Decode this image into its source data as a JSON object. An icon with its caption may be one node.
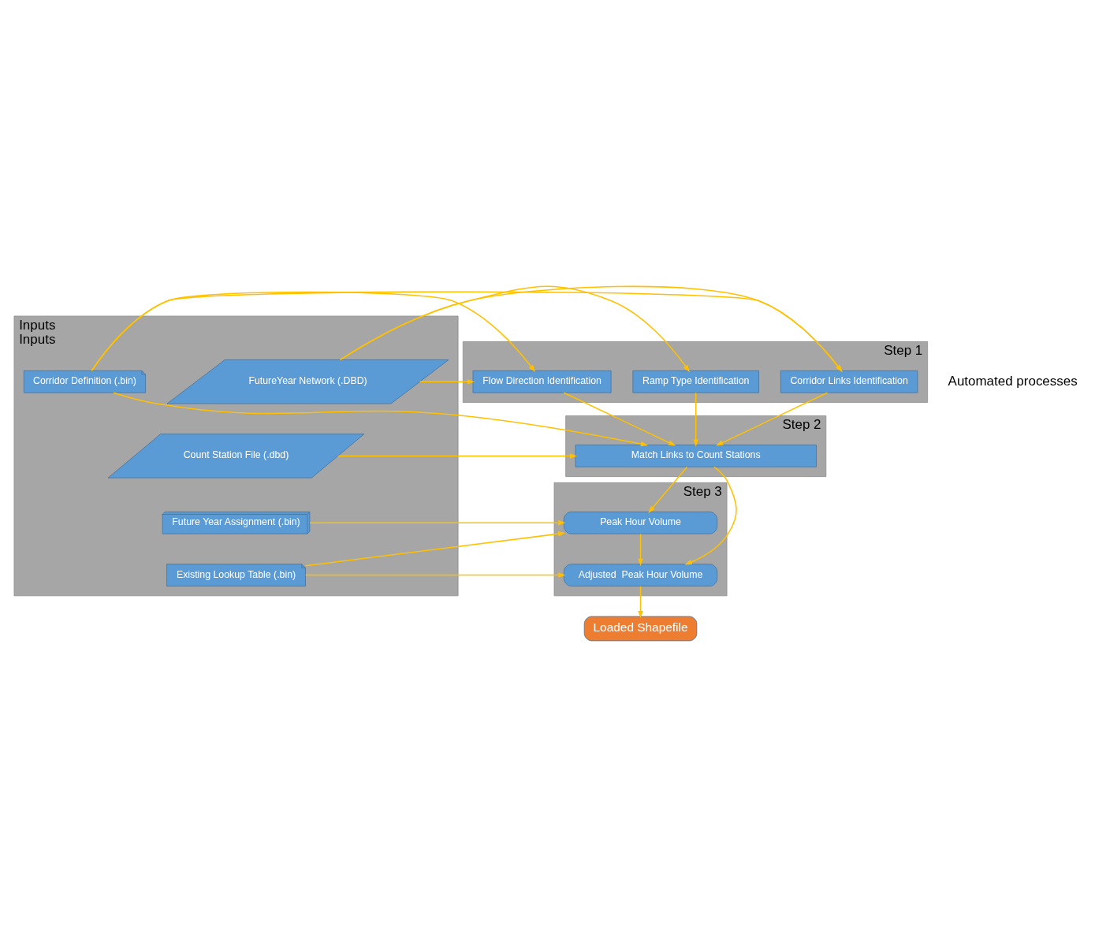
{
  "diagram": {
    "nodes": [
      {
        "text": [
          "Inputs",
          "Inputs"
        ]
      },
      {
        "text": [
          "FutureYear Network (.DBD)"
        ],
        "in": 0
      },
      {
        "text": [
          "Corridor Definition (.bin)"
        ],
        "in": 0
      },
      {
        "text": [
          "Count Station File (.dbd)"
        ],
        "in": 0
      },
      {
        "text": [
          "Future Year Assignment (.bin)"
        ],
        "in": 0
      },
      {
        "text": [
          "Existing Lookup Table (.bin)"
        ],
        "in": 0
      },
      {
        "text": [
          "Step 1"
        ]
      },
      {
        "text": [
          "Corridor Links Identification"
        ],
        "in": 6
      },
      {
        "text": [
          "Ramp Type Identification"
        ],
        "in": 6
      },
      {
        "text": [
          "Flow Direction Identification"
        ],
        "in": 6
      },
      {
        "text": [
          "Step 2"
        ]
      },
      {
        "text": [
          "Match Links to Count Stations"
        ],
        "in": 10
      },
      {
        "text": [
          "Step 3"
        ]
      },
      {
        "text": [
          "Peak Hour Volume"
        ],
        "in": 12
      },
      {
        "text": [
          "Adjusted  Peak Hour Volume"
        ],
        "in": 12
      },
      {
        "text": [
          "Loaded Shapefile"
        ]
      }
    ],
    "edges": [
      {
        "from": 1,
        "to": 7,
        "arrow": "to"
      },
      {
        "from": 1,
        "to": 8,
        "arrow": "to"
      },
      {
        "from": 1,
        "to": 9,
        "arrow": "to"
      },
      {
        "from": 2,
        "to": 9,
        "arrow": "to"
      },
      {
        "from": 2,
        "to": 7,
        "arrow": "to"
      },
      {
        "from": 2,
        "to": 11,
        "arrow": "to"
      },
      {
        "from": 7,
        "to": 11,
        "arrow": "to"
      },
      {
        "from": 8,
        "to": 11,
        "arrow": "to"
      },
      {
        "from": 9,
        "to": 11,
        "arrow": "to"
      },
      {
        "from": 3,
        "to": 11,
        "arrow": "to"
      },
      {
        "from": 11,
        "to": 13,
        "arrow": "to"
      },
      {
        "from": 11,
        "to": 14,
        "arrow": "to"
      },
      {
        "from": 4,
        "to": 13,
        "arrow": "to"
      },
      {
        "from": 5,
        "to": 13,
        "arrow": "to"
      },
      {
        "from": 5,
        "to": 14,
        "arrow": "to"
      },
      {
        "from": 13,
        "to": 14,
        "arrow": "to"
      },
      {
        "from": 14,
        "to": 15,
        "arrow": "to"
      }
    ],
    "labels": [
      "Automated processes"
    ]
  }
}
